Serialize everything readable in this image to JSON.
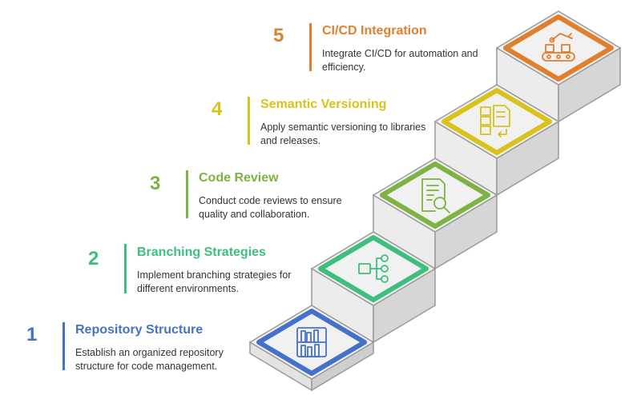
{
  "steps": [
    {
      "number": "1",
      "title": "Repository Structure",
      "description": "Establish an organized repository structure for code management.",
      "color": "#4472ca",
      "icon": "bookshelf-icon"
    },
    {
      "number": "2",
      "title": "Branching Strategies",
      "description": "Implement branching strategies for different environments.",
      "color": "#3dbf7e",
      "icon": "branch-diagram-icon"
    },
    {
      "number": "3",
      "title": "Code Review",
      "description": "Conduct code reviews to ensure quality and collaboration.",
      "color": "#7cb342",
      "icon": "document-search-icon"
    },
    {
      "number": "4",
      "title": "Semantic Versioning",
      "description": "Apply semantic versioning to libraries and releases.",
      "color": "#d9c21a",
      "icon": "version-document-icon"
    },
    {
      "number": "5",
      "title": "CI/CD Integration",
      "description": "Integrate CI/CD for automation and efficiency.",
      "color": "#e07f2e",
      "icon": "conveyor-robot-icon"
    }
  ]
}
